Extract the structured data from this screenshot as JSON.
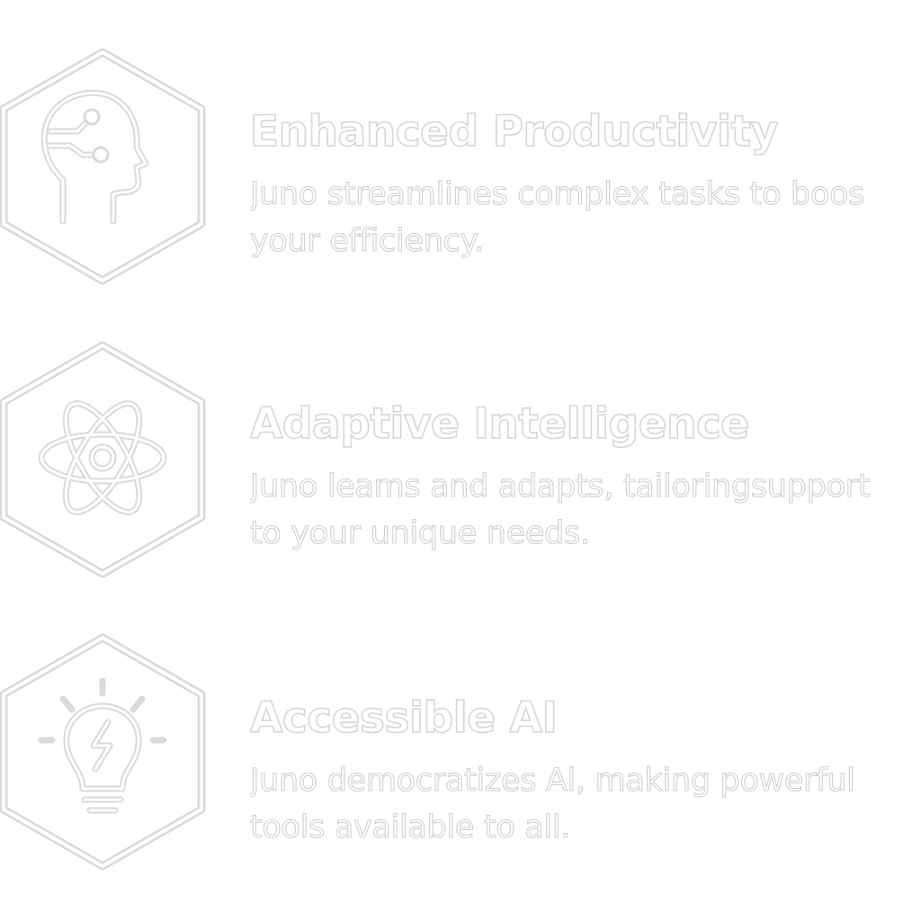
{
  "features": [
    {
      "icon": "brain-circuit-icon",
      "title": "Enhanced Productivity",
      "description_line1": "Juno streamlines complex tasks to boos",
      "description_line2": "your efficiency."
    },
    {
      "icon": "atom-icon",
      "title": "Adaptive Intelligence",
      "description_line1": "Juno leams and adapts, tailoringsupport",
      "description_line2": "to your unique needs."
    },
    {
      "icon": "lightbulb-bolt-icon",
      "title": "Accessible AI",
      "description_line1": "Juno democratizes Al, making powerful",
      "description_line2": "tools available to all."
    }
  ],
  "colors": {
    "outline": "#d6d6d6",
    "background": "#ffffff"
  }
}
